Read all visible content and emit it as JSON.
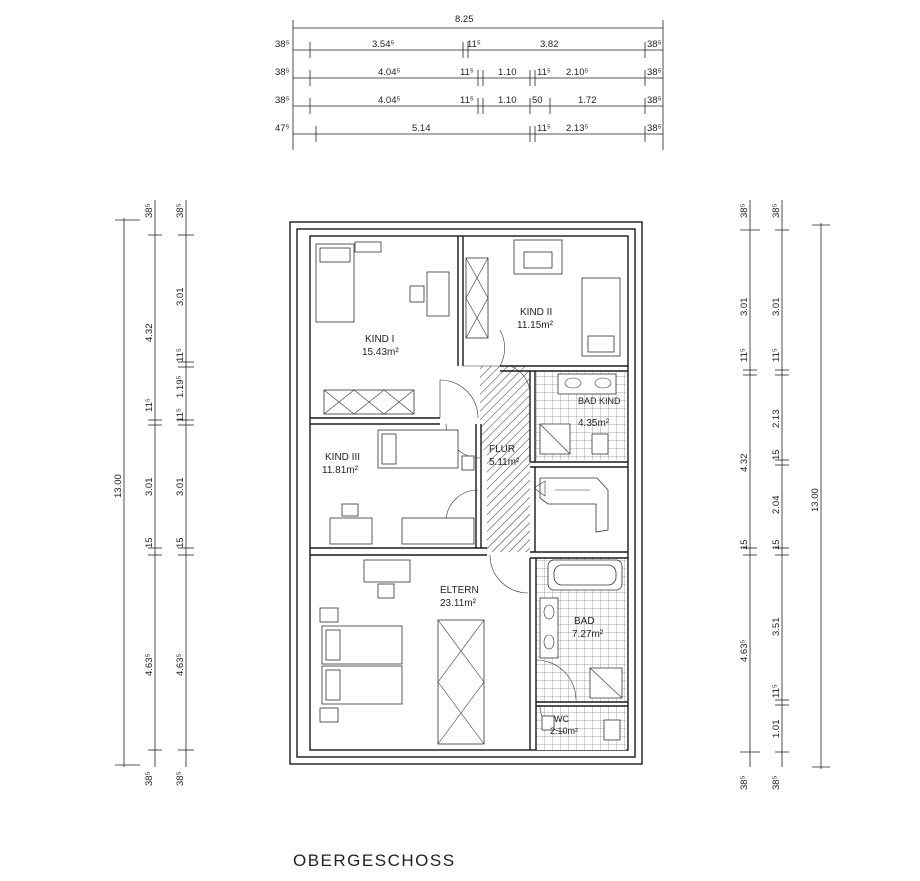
{
  "title": "OBERGESCHOSS",
  "top_dimensions": {
    "total": "8.25",
    "rows": [
      {
        "left": "38⁵",
        "a": "3.54⁵",
        "b": "11⁵",
        "c": "3.82",
        "right": "38⁵"
      },
      {
        "left": "38⁵",
        "a": "4.04⁵",
        "b": "11⁵",
        "c": "1.10",
        "d": "11⁵",
        "e": "2.10⁵",
        "right": "38⁵"
      },
      {
        "left": "38⁵",
        "a": "4.04⁵",
        "b": "11⁵",
        "c": "1.10",
        "d": "50",
        "e": "1.72",
        "right": "38⁵"
      },
      {
        "left": "47⁵",
        "a": "5.14",
        "b": "11⁵",
        "c": "2.13⁵",
        "right": "38⁵"
      }
    ]
  },
  "left_dimensions": {
    "total": "13.00",
    "col_outer": [
      "38⁵",
      "4.32",
      "11⁵",
      "3.01",
      "15",
      "4.63⁵",
      "38⁵"
    ],
    "col_inner": [
      "38⁵",
      "3.01",
      "11⁵",
      "1.19⁵",
      "11⁵",
      "3.01",
      "15",
      "4.63⁵",
      "38⁵"
    ]
  },
  "right_dimensions": {
    "total": "13.00",
    "col_outer": [
      "38⁵",
      "3.01",
      "11⁵",
      "4.32",
      "15",
      "4.63⁵",
      "38⁵"
    ],
    "col_inner": [
      "38⁵",
      "3.01",
      "11⁵",
      "2.13",
      "15",
      "2.04",
      "15",
      "3.51",
      "11⁵",
      "1.01",
      "38⁵"
    ]
  },
  "rooms": [
    {
      "name": "KIND I",
      "area": "15.43m²"
    },
    {
      "name": "KIND II",
      "area": "11.15m²"
    },
    {
      "name": "BAD KIND",
      "area": "4.35m²"
    },
    {
      "name": "FLUR",
      "area": "5.11m²"
    },
    {
      "name": "KIND III",
      "area": "11.81m²"
    },
    {
      "name": "ELTERN",
      "area": "23.11m²"
    },
    {
      "name": "BAD",
      "area": "7.27m²"
    },
    {
      "name": "WC",
      "area": "2.10m²"
    }
  ]
}
